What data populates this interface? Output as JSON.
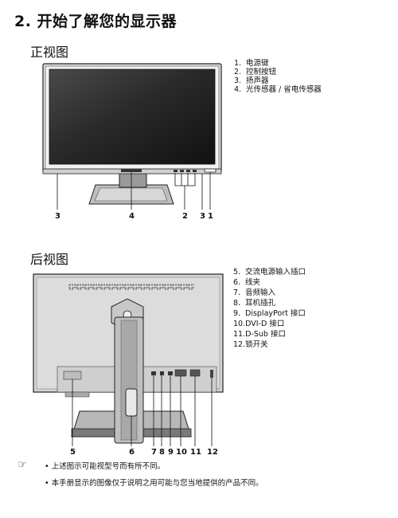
{
  "section_title": "2. 开始了解您的显示器",
  "front": {
    "title": "正视图",
    "parts": [
      {
        "num": "1.",
        "label": "电源键"
      },
      {
        "num": "2.",
        "label": "控制按钮"
      },
      {
        "num": "3.",
        "label": "扬声器"
      },
      {
        "num": "4.",
        "label": "光传感器 / 省电传感器"
      }
    ],
    "callouts": [
      "3",
      "4",
      "2",
      "3",
      "1"
    ]
  },
  "rear": {
    "title": "后视图",
    "parts": [
      {
        "num": "5.",
        "label": "交流电源输入插口"
      },
      {
        "num": "6.",
        "label": "线夹"
      },
      {
        "num": "7.",
        "label": "音频输入"
      },
      {
        "num": "8.",
        "label": "耳机插孔"
      },
      {
        "num": "9.",
        "label": "DisplayPort 接口"
      },
      {
        "num": "10.",
        "label": "DVI-D 接口"
      },
      {
        "num": "11.",
        "label": "D-Sub 接口"
      },
      {
        "num": "12.",
        "label": "锁开关"
      }
    ],
    "callouts": [
      "5",
      "6",
      "7",
      "8",
      "9",
      "10",
      "11",
      "12"
    ]
  },
  "notes": [
    "• 上述图示可能视型号而有所不同。",
    "• 本手册显示的图像仅于说明之用可能与您当地提供的产品不同。"
  ],
  "icons": {
    "note": "pointing-hand-icon"
  }
}
